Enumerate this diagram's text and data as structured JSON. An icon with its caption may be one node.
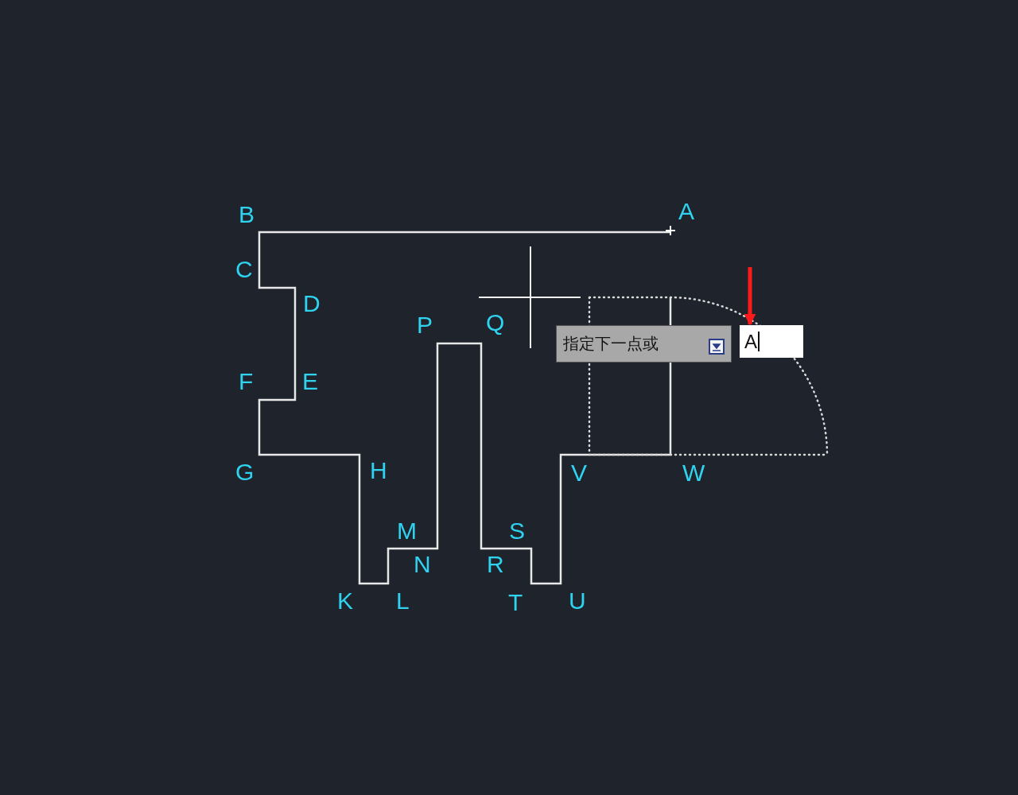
{
  "diagram": {
    "nodes": [
      {
        "text": [
          "指定下一点或"
        ]
      },
      {
        "text": [
          "A"
        ]
      }
    ],
    "edges": [
      {
        "from": null,
        "to": 1,
        "arrow": "to",
        "color": "#ff1a1a"
      }
    ],
    "labels": [
      "B",
      "A",
      "C",
      "D",
      "P",
      "Q",
      "F",
      "E",
      "G",
      "H",
      "V",
      "W",
      "M",
      "S",
      "N",
      "R",
      "K",
      "L",
      "T",
      "U"
    ]
  }
}
